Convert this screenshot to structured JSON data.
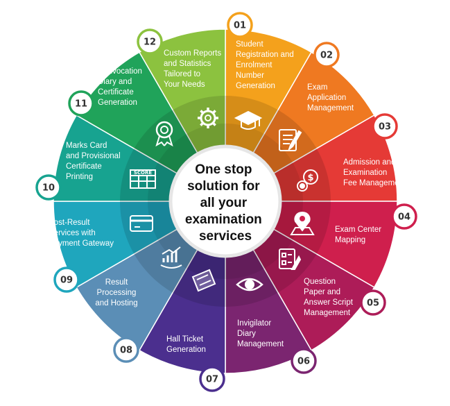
{
  "center_title": [
    "One stop",
    "solution for",
    "all your",
    "examination",
    "services"
  ],
  "segments": [
    {
      "number": "01",
      "label": [
        "Student",
        "Registration and",
        "Enrolment",
        "Number",
        "Generation"
      ],
      "color": "#f4a11c",
      "icon": "graduation-cap-icon"
    },
    {
      "number": "02",
      "label": [
        "Exam",
        "Application",
        "Management"
      ],
      "color": "#ef7921",
      "icon": "application-form-icon"
    },
    {
      "number": "03",
      "label": [
        "Admission and",
        "Examination",
        "Fee Management"
      ],
      "color": "#e53a36",
      "icon": "fee-coins-icon"
    },
    {
      "number": "04",
      "label": [
        "Exam Center",
        "Mapping"
      ],
      "color": "#cf1f4d",
      "icon": "map-pin-icon"
    },
    {
      "number": "05",
      "label": [
        "Question",
        "Paper and",
        "Answer Script",
        "Management"
      ],
      "color": "#ad1c58",
      "icon": "question-paper-icon"
    },
    {
      "number": "06",
      "label": [
        "Invigilator",
        "Diary",
        "Management"
      ],
      "color": "#7b2570",
      "icon": "eye-icon"
    },
    {
      "number": "07",
      "label": [
        "Hall Ticket",
        "Generation"
      ],
      "color": "#4b2f8e",
      "icon": "hall-ticket-icon"
    },
    {
      "number": "08",
      "label": [
        "Result",
        "Processing",
        "and Hosting"
      ],
      "color": "#5b8eb6",
      "icon": "result-chart-icon"
    },
    {
      "number": "09",
      "label": [
        "Post-Result",
        "Services with",
        "Payment Gateway"
      ],
      "color": "#1fa6bd",
      "icon": "payment-card-icon"
    },
    {
      "number": "10",
      "label": [
        "Marks Card",
        "and Provisional",
        "Certificate",
        "Printing"
      ],
      "color": "#17a390",
      "icon": "score-card-icon"
    },
    {
      "number": "11",
      "label": [
        "Convocation",
        "Diary and",
        "Certificate",
        "Generation"
      ],
      "color": "#20a35a",
      "icon": "award-badge-icon"
    },
    {
      "number": "12",
      "label": [
        "Custom Reports",
        "and Statistics",
        "Tailored to",
        "Your Needs"
      ],
      "color": "#8cc23f",
      "icon": "gear-wrench-icon"
    }
  ],
  "score_label": "SCORE"
}
